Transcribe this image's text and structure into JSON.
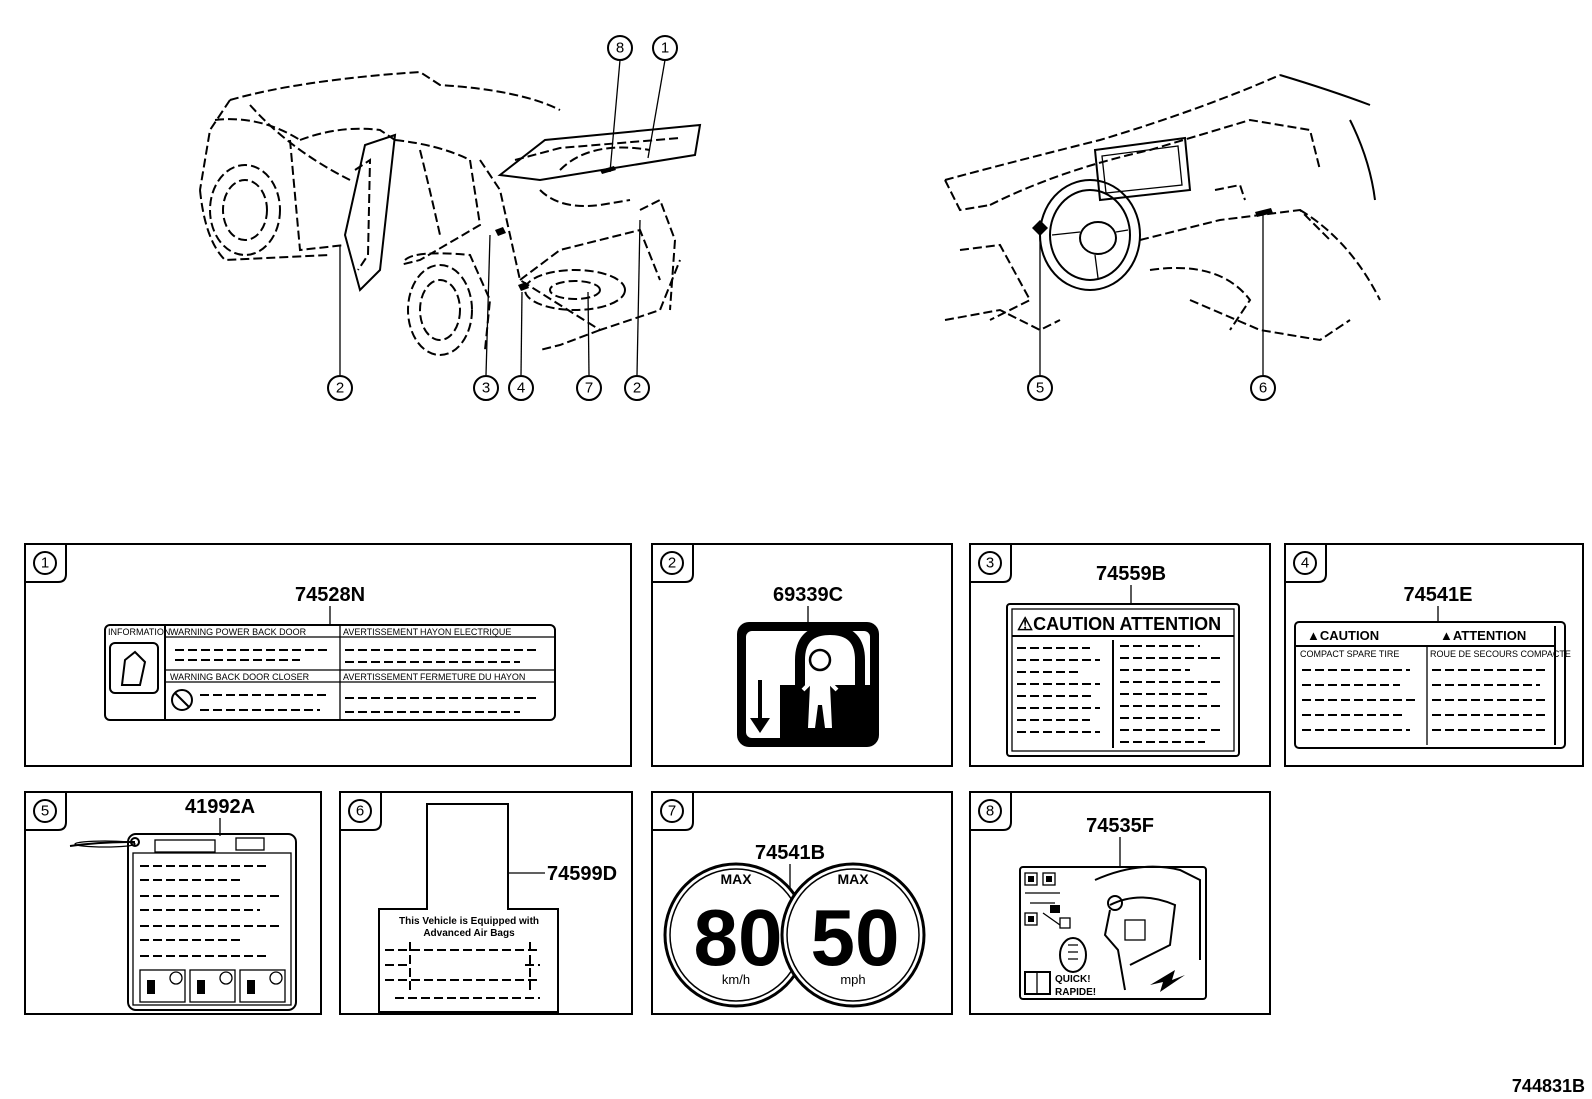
{
  "diagram_id": "744831B",
  "vehicle_callouts": {
    "body": [
      "8",
      "1",
      "2",
      "3",
      "4",
      "7",
      "2"
    ],
    "dash": [
      "5",
      "6"
    ]
  },
  "panels": [
    {
      "index": "1",
      "part_number": "74528N",
      "label_text": [
        "INFORMATION",
        "WARNING POWER BACK DOOR",
        "AVERTISSEMENT",
        "HAYON ELECTRIQUE",
        "WARNING BACK DOOR CLOSER",
        "AVERTISSEMENT",
        "FERMETURE DU HAYON"
      ]
    },
    {
      "index": "2",
      "part_number": "69339C"
    },
    {
      "index": "3",
      "part_number": "74559B",
      "label_text": [
        "⚠CAUTION ATTENTION"
      ]
    },
    {
      "index": "4",
      "part_number": "74541E",
      "label_text": [
        "▲CAUTION",
        "▲ATTENTION",
        "COMPACT SPARE TIRE",
        "ROUE DE SECOURS COMPACTE"
      ]
    },
    {
      "index": "5",
      "part_number": "41992A"
    },
    {
      "index": "6",
      "part_number": "74599D",
      "label_text": [
        "This Vehicle is Equipped with",
        "Advanced Air Bags"
      ]
    },
    {
      "index": "7",
      "part_number": "74541B",
      "label_text": [
        "MAX",
        "80",
        "km/h",
        "MAX",
        "50",
        "mph"
      ]
    },
    {
      "index": "8",
      "part_number": "74535F",
      "label_text": [
        "QUICK!",
        "RAPIDE!"
      ]
    }
  ]
}
